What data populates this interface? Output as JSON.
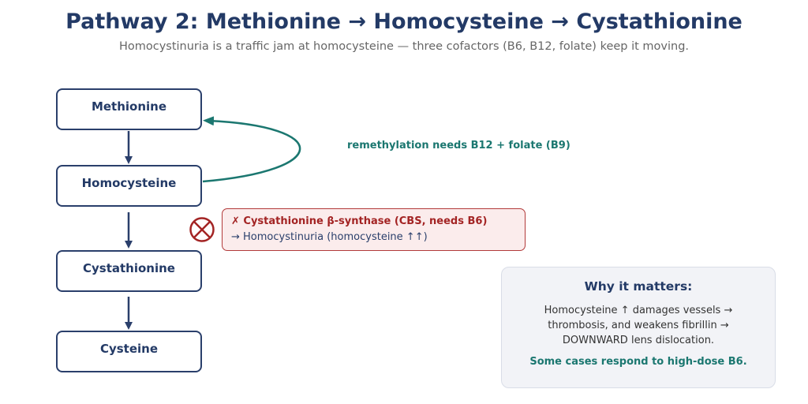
{
  "title": "Pathway 2: Methionine → Homocysteine → Cystathionine",
  "subtitle": "Homocystinuria is a traffic jam at homocysteine — three cofactors (B6, B12, folate) keep it moving.",
  "nodes": [
    {
      "label": "Methionine"
    },
    {
      "label": "Homocysteine"
    },
    {
      "label": "Cystathionine"
    },
    {
      "label": "Cysteine"
    }
  ],
  "remethylation_label": "remethylation needs B12 + folate (B9)",
  "block": {
    "icon": "blocked-x-circle-icon",
    "title": "✗ Cystathionine β-synthase (CBS, needs B6)",
    "result": "→ Homocystinuria (homocysteine ↑↑)"
  },
  "why": {
    "title": "Why it matters:",
    "lines": [
      "Homocysteine ↑ damages vessels →",
      "thrombosis, and weakens fibrillin →",
      "DOWNWARD lens dislocation."
    ],
    "note": "Some cases respond to high-dose B6."
  },
  "colors": {
    "navy": "#233a66",
    "teal": "#1b7770",
    "red": "#a32424",
    "block_bg": "#fbecec",
    "panel_bg": "#f2f3f7"
  }
}
